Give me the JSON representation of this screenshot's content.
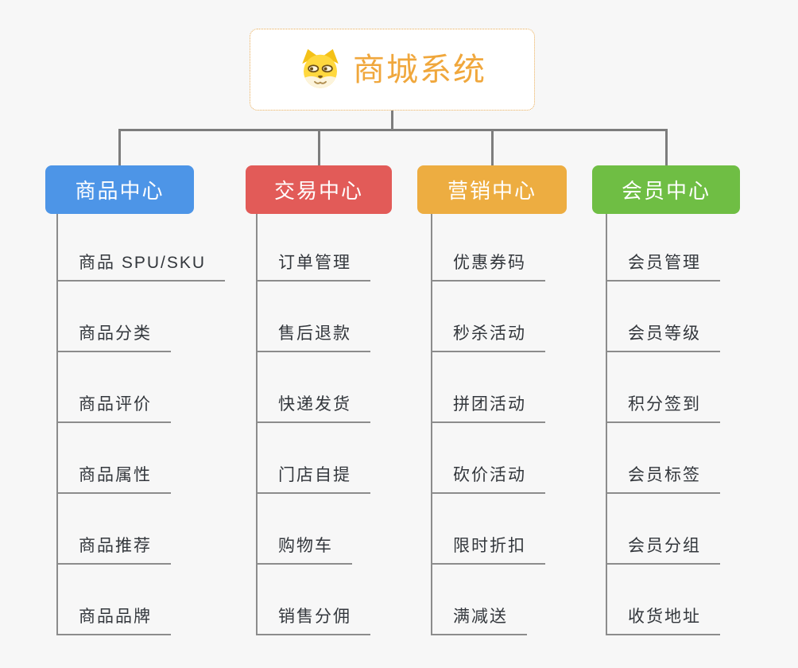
{
  "root": {
    "title": "商城系统",
    "icon": "shiba-dog-icon",
    "title_color": "#f0a73c",
    "border_color": "#e8ab55",
    "background": "#ffffff"
  },
  "theme": {
    "page_background": "#f7f7f7",
    "connector_color": "#7d7d7d",
    "spine_color": "#8c8c8c",
    "underline_color": "#8c8c8c",
    "item_text_color": "#33373c",
    "branch_text_color": "#ffffff"
  },
  "branches": [
    {
      "label": "商品中心",
      "color": "#4d95e7",
      "items": [
        "商品 SPU/SKU",
        "商品分类",
        "商品评价",
        "商品属性",
        "商品推荐",
        "商品品牌"
      ]
    },
    {
      "label": "交易中心",
      "color": "#e25b58",
      "items": [
        "订单管理",
        "售后退款",
        "快递发货",
        "门店自提",
        "购物车",
        "销售分佣"
      ]
    },
    {
      "label": "营销中心",
      "color": "#edad41",
      "items": [
        "优惠券码",
        "秒杀活动",
        "拼团活动",
        "砍价活动",
        "限时折扣",
        "满减送"
      ]
    },
    {
      "label": "会员中心",
      "color": "#6fbe44",
      "items": [
        "会员管理",
        "会员等级",
        "积分签到",
        "会员标签",
        "会员分组",
        "收货地址"
      ]
    }
  ]
}
